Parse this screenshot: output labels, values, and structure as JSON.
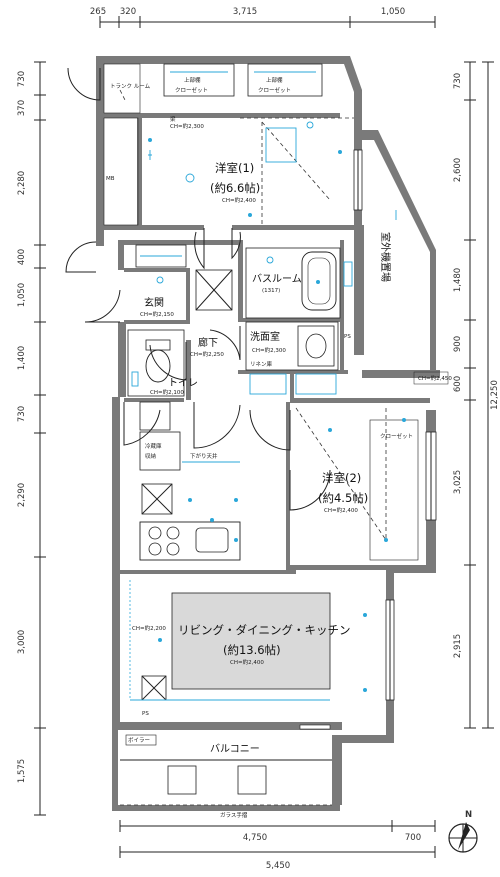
{
  "dimensions": {
    "top": [
      "265",
      "320",
      "3,715",
      "1,050"
    ],
    "bottom_inner": [
      "4,750",
      "700"
    ],
    "bottom_total": "5,450",
    "left": [
      "730",
      "370",
      "2,280",
      "400",
      "1,050",
      "1,400",
      "730",
      "2,290",
      "3,000",
      "1,575"
    ],
    "right": [
      "730",
      "2,600",
      "1,480",
      "900",
      "600",
      "3,025",
      "2,915"
    ],
    "right_total": "12,250"
  },
  "rooms": {
    "western1_name": "洋室(1)",
    "western1_size": "(約6.6帖)",
    "western1_ceiling": "CH=約2,400",
    "western2_name": "洋室(2)",
    "western2_size": "(約4.5帖)",
    "western2_ceiling": "CH=約2,400",
    "ldk_name": "リビング・ダイニング・キッチン",
    "ldk_size": "(約13.6帖)",
    "ldk_ceiling": "CH=約2,400",
    "entrance": "玄関",
    "corridor": "廊下",
    "toilet": "トイレ",
    "washroom": "洗面室",
    "bathroom": "バスルーム",
    "bathroom_size": "(1317)",
    "balcony": "バルコニー",
    "trunk_room": "トランク ルーム",
    "outdoor_unit": "室外機置場",
    "mb": "MB",
    "ps": "PS",
    "boiler": "ボイラー",
    "glass_rail": "ガラス手摺"
  },
  "annotations": {
    "ch_2300": "CH=約2,300",
    "ch_2150": "CH=約2,150",
    "ch_2100": "CH=約2,100",
    "ch_2250": "CH=約2,250",
    "ch_2200": "CH=約2,200",
    "ch_2450": "CH=約2,450",
    "closet": "クローゼット",
    "shelf": "上部棚",
    "fridge": "冷蔵庫",
    "kitchen_storage": "収納",
    "down_ceiling": "下がり天井",
    "beam": "梁",
    "linen": "リネン庫"
  },
  "compass": "N",
  "colors": {
    "wall": "#7a7a7a",
    "annotation": "#2aa7d9",
    "line": "#222222"
  }
}
